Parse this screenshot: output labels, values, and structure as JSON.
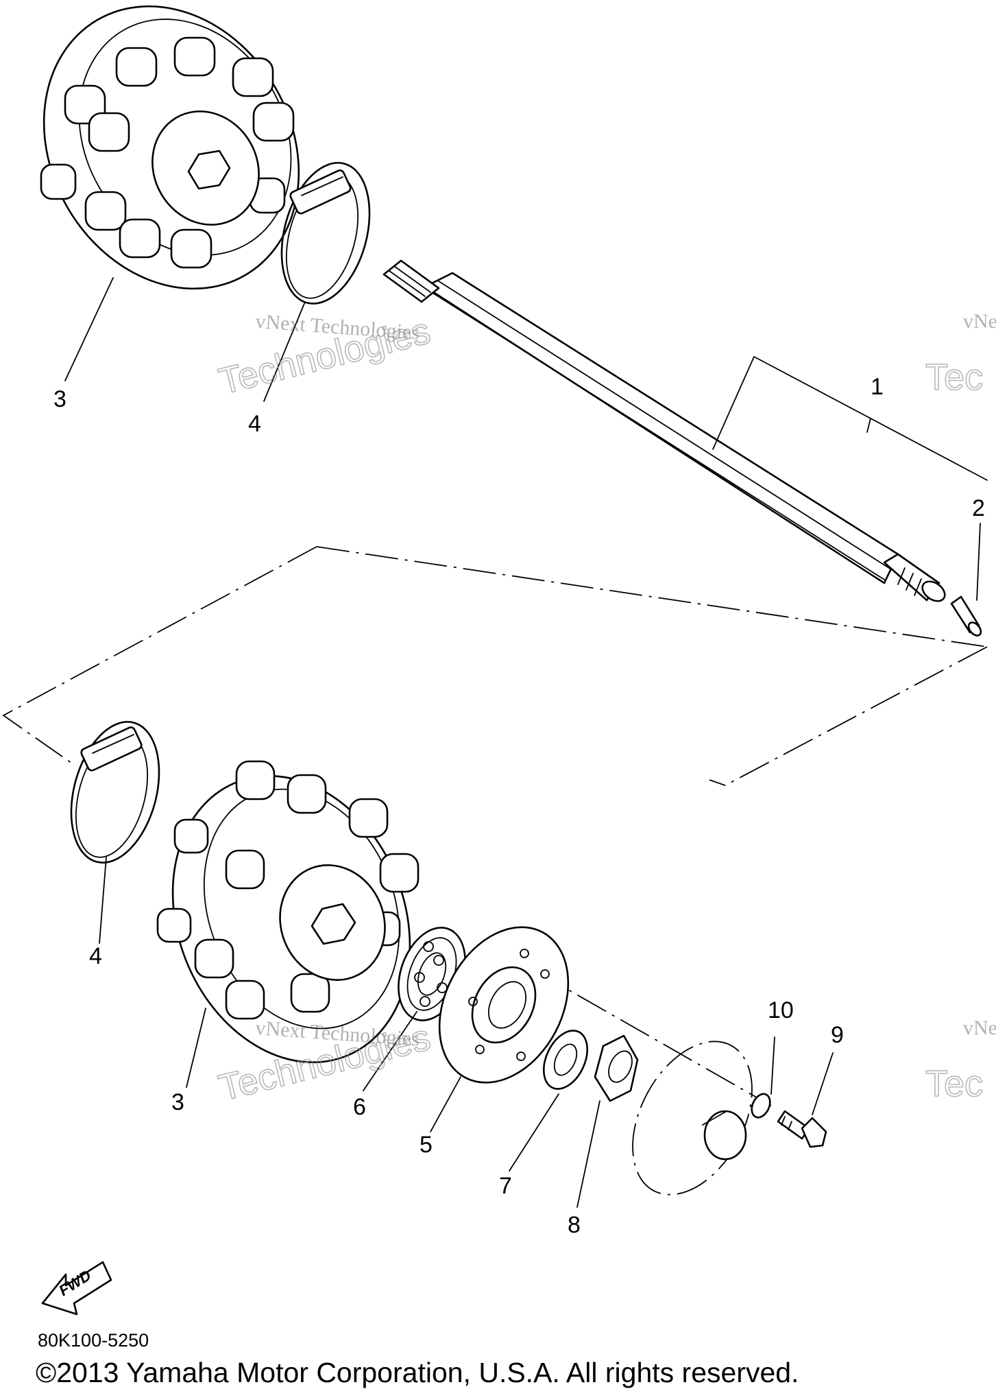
{
  "callouts": {
    "shaft": "1",
    "plug": "2",
    "sprocket_upper": "3",
    "sprocket_lower": "3",
    "clamp_upper": "4",
    "clamp_lower": "4",
    "housing": "5",
    "bearing": "6",
    "washer": "7",
    "nut": "8",
    "bolt": "9",
    "lock_washer": "10"
  },
  "fwd_label": "FWD",
  "watermarks": {
    "line1": "vNext Technologies",
    "line2": "Technologies",
    "edge_a": "vNe",
    "edge_b": "Tec"
  },
  "diagram_code": "80K100-5250",
  "copyright": "©2013 Yamaha Motor Corporation, U.S.A. All rights reserved."
}
